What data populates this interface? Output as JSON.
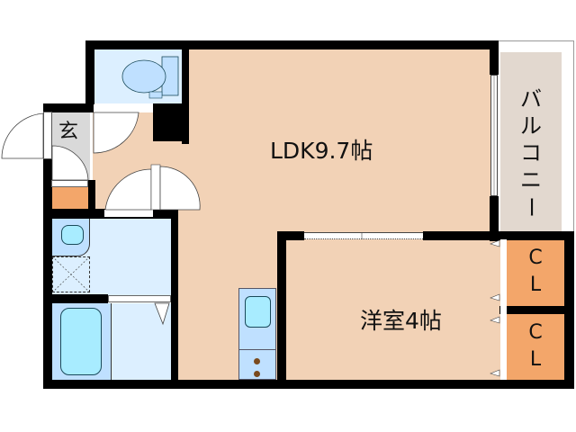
{
  "floorplan": {
    "layout_type": "1LDK",
    "rooms": {
      "ldk": {
        "label": "LDK9.7帖",
        "type": "LDK",
        "size_jo": 9.7
      },
      "western": {
        "label": "洋室4帖",
        "type": "洋室",
        "size_jo": 4
      },
      "balcony": {
        "label": "バルコニー"
      },
      "entrance": {
        "label": "玄"
      },
      "closet_1": {
        "label_c": "C",
        "label_l": "L"
      },
      "closet_2": {
        "label_c": "C",
        "label_l": "L"
      },
      "toilet": {
        "label": ""
      },
      "washroom": {
        "label": ""
      },
      "bathroom": {
        "label": ""
      },
      "kitchen": {
        "label": ""
      }
    },
    "balcony_chars": [
      "バ",
      "ル",
      "コ",
      "ニ",
      "ー"
    ],
    "colors": {
      "wall": "#000000",
      "floor_wood": "#f2d2b6",
      "wet_area": "#dcefff",
      "fixture": "#bfe0ff",
      "fixture_light": "#a8ecff",
      "storage": "#f3a66a",
      "entrance": "#d9d9d9",
      "balcony": "#e2d8cf",
      "burner": "#7a4a1e"
    }
  }
}
